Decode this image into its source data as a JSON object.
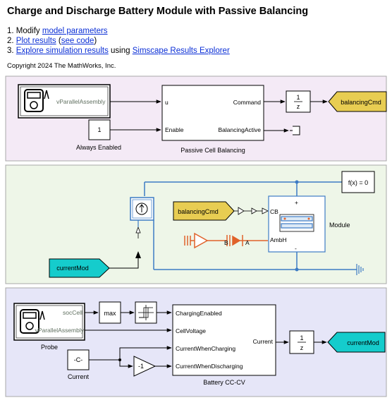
{
  "header": {
    "title": "Charge and Discharge Battery Module with Passive Balancing",
    "steps": [
      {
        "prefix": "1. Modify ",
        "link1": "model parameters",
        "middle": "",
        "link2": "",
        "suffix": ""
      },
      {
        "prefix": "2. ",
        "link1": "Plot results",
        "middle": " (",
        "link2": "see code",
        "suffix": ")"
      },
      {
        "prefix": "3. ",
        "link1": "Explore simulation results",
        "middle": " using ",
        "link2": "Simscape Results Explorer",
        "suffix": ""
      }
    ],
    "copyright": "Copyright 2024 The MathWorks, Inc."
  },
  "panel1": {
    "probe_port": "vParallelAssembly",
    "const_value": "1",
    "const_caption": "Always Enabled",
    "balancer": {
      "in_u": "u",
      "in_enable": "Enable",
      "out_command": "Command",
      "out_active": "BalancingActive",
      "caption": "Passive Cell Balancing"
    },
    "delay_num": "1",
    "delay_den": "z",
    "goto_tag": "balancingCmd"
  },
  "panel2": {
    "solver": "f(x) = 0",
    "from_tag": "balancingCmd",
    "cb_port": "CB",
    "plus": "+",
    "minus": "-",
    "ambh_port": "AmbH",
    "sensor_b": "B",
    "sensor_a": "A",
    "module_caption": "Module",
    "current_tag": "currentMod"
  },
  "panel3": {
    "probe_port1": "socCell",
    "probe_port2": "vParallelAssembly",
    "probe_caption": "Probe",
    "max_label": "max",
    "const_label": "-C-",
    "const_caption": "Current",
    "gain_label": "-1",
    "cccv": {
      "in1": "ChargingEnabled",
      "in2": "CellVoltage",
      "in3": "CurrentWhenCharging",
      "in4": "CurrentWhenDischarging",
      "out": "Current",
      "caption": "Battery CC-CV"
    },
    "delay_num": "1",
    "delay_den": "z",
    "goto_tag": "currentMod"
  },
  "colors": {
    "panel1_bg": "#f4eaf6",
    "panel2_bg": "#eef6e8",
    "panel3_bg": "#e6e6f8",
    "goto_yellow": "#e8cd52",
    "goto_cyan": "#15cccc",
    "physical_blue": "#3d7bc4",
    "thermal_orange": "#e0622a",
    "link_blue": "#0b2fd6"
  }
}
